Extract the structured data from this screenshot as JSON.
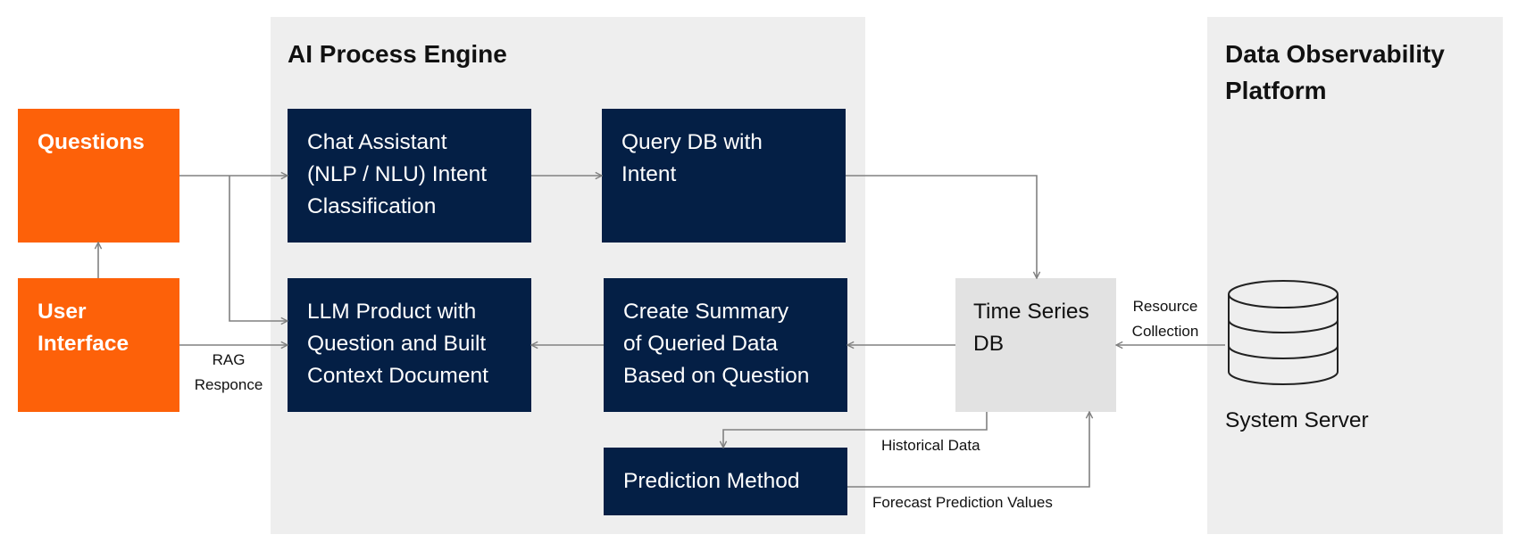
{
  "panels": {
    "ai_engine": {
      "title": "AI Process Engine"
    },
    "observability": {
      "title": "Data Observability\nPlatform"
    }
  },
  "boxes": {
    "questions": "Questions",
    "user_interface": "User\nInterface",
    "chat_assistant": "Chat Assistant\n(NLP / NLU) Intent\nClassification",
    "query_db": "Query DB with\nIntent",
    "llm_product": "LLM Product with\nQuestion and Built\nContext Document",
    "create_summary": "Create Summary\nof Queried Data\nBased on Question",
    "time_series_db": "Time Series\nDB",
    "prediction_method": "Prediction Method"
  },
  "labels": {
    "rag_response": "RAG\nResponce",
    "resource_collection": "Resource\nCollection",
    "historical_data": "Historical Data",
    "forecast_values": "Forecast Prediction Values",
    "system_server": "System Server"
  },
  "icons": {
    "system_server": "database-cylinder-icon"
  },
  "colors": {
    "orange": "#fd6109",
    "navy": "#041f45",
    "panel_gray": "#eeeeee",
    "db_gray": "#e2e2e2",
    "arrow_gray": "#808080"
  }
}
